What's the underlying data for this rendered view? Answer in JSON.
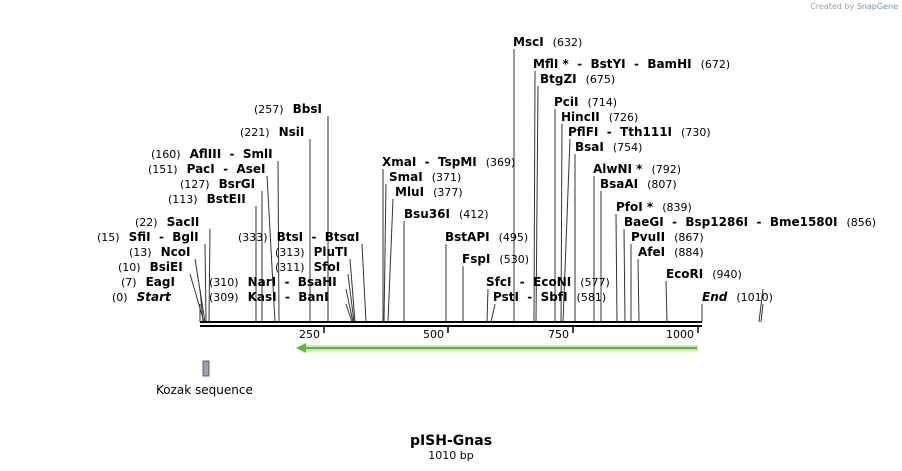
{
  "credit": {
    "prefix": "Created by",
    "brand": "SnapGene"
  },
  "plasmid": {
    "name": "pISH-Gnas",
    "length_label": "1010 bp"
  },
  "axis": {
    "ticks": [
      "250",
      "500",
      "750",
      "1000"
    ]
  },
  "features": [
    {
      "name": "Kozak sequence",
      "color": "#9aa0b4"
    }
  ],
  "orf": {
    "color": "#7ac943",
    "direction": "reverse"
  },
  "left_labels": [
    {
      "pos": "(0)",
      "name": "Start"
    },
    {
      "pos": "(7)",
      "name": "EagI"
    },
    {
      "pos": "(10)",
      "name": "BsiEI"
    },
    {
      "pos": "(13)",
      "name": "NcoI"
    },
    {
      "pos": "(15)",
      "name": "SfiI  -  BglI"
    },
    {
      "pos": "(22)",
      "name": "SacII"
    },
    {
      "pos": "(113)",
      "name": "BstEII"
    },
    {
      "pos": "(127)",
      "name": "BsrGI"
    },
    {
      "pos": "(151)",
      "name": "PacI  -  AseI"
    },
    {
      "pos": "(160)",
      "name": "AflIII  -  SmlI"
    },
    {
      "pos": "(221)",
      "name": "NsiI"
    },
    {
      "pos": "(257)",
      "name": "BbsI"
    },
    {
      "pos": "(309)",
      "name": "KasI  -  BanI"
    },
    {
      "pos": "(310)",
      "name": "NarI  -  BsaHI"
    },
    {
      "pos": "(311)",
      "name": "SfoI"
    },
    {
      "pos": "(313)",
      "name": "PluTI"
    },
    {
      "pos": "(333)",
      "name": "BtsI  -  BtsαI"
    }
  ],
  "right_labels": [
    {
      "name": "XmaI  -  TspMI",
      "pos": "(369)"
    },
    {
      "name": "SmaI",
      "pos": "(371)"
    },
    {
      "name": "MluI",
      "pos": "(377)"
    },
    {
      "name": "Bsu36I",
      "pos": "(412)"
    },
    {
      "name": "BstAPI",
      "pos": "(495)"
    },
    {
      "name": "FspI",
      "pos": "(530)"
    },
    {
      "name": "SfcI  -  EcoNI",
      "pos": "(577)"
    },
    {
      "name": "PstI  -  SbfI",
      "pos": "(581)"
    },
    {
      "name": "MscI",
      "pos": "(632)"
    },
    {
      "name": "MflI *  -  BstYI  -  BamHI",
      "pos": "(672)"
    },
    {
      "name": "BtgZI",
      "pos": "(675)"
    },
    {
      "name": "PciI",
      "pos": "(714)"
    },
    {
      "name": "HincII",
      "pos": "(726)"
    },
    {
      "name": "PflFI  -  Tth111I",
      "pos": "(730)"
    },
    {
      "name": "BsaI",
      "pos": "(754)"
    },
    {
      "name": "AlwNI *",
      "pos": "(792)"
    },
    {
      "name": "BsaAI",
      "pos": "(807)"
    },
    {
      "name": "PfoI *",
      "pos": "(839)"
    },
    {
      "name": "BaeGI  -  Bsp1286I  -  Bme1580I",
      "pos": "(856)"
    },
    {
      "name": "PvuII",
      "pos": "(867)"
    },
    {
      "name": "AfeI",
      "pos": "(884)"
    },
    {
      "name": "EcoRI",
      "pos": "(940)"
    },
    {
      "name": "End",
      "pos": "(1010)"
    }
  ]
}
